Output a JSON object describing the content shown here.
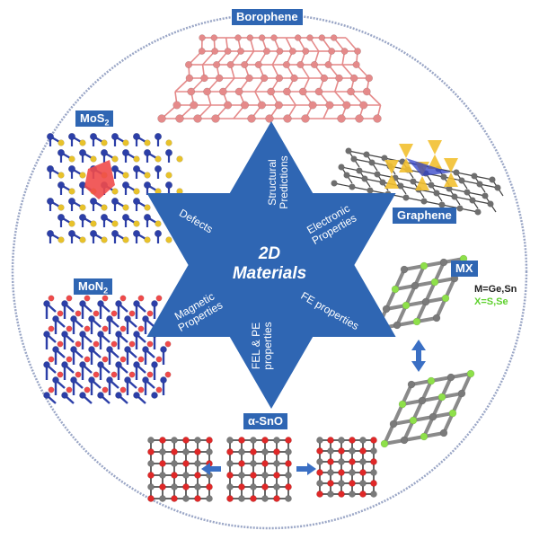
{
  "center": {
    "line1": "2D",
    "line2": "Materials"
  },
  "star_labels": {
    "structural_1": "Structural",
    "structural_2": "Predictions",
    "electronic_1": "Electronic",
    "electronic_2": "Properties",
    "fe": "FE properties",
    "fel_1": "FEL & PE",
    "fel_2": "properties",
    "magnetic_1": "Magnetic",
    "magnetic_2": "Properties",
    "defects": "Defects"
  },
  "materials": {
    "borophene": "Borophene",
    "graphene": "Graphene",
    "mos2_base": "MoS",
    "mos2_sub": "2",
    "mon2_base": "MoN",
    "mon2_sub": "2",
    "mx": "MX",
    "mx_formula_m": "M=Ge,Sn",
    "mx_formula_x": "X=S,Se",
    "sno": "α-SnO"
  },
  "colors": {
    "star": "#2f66b3",
    "label_bg": "#2f66b3",
    "circle": "#9aa6c6",
    "boron": "#e58a8a",
    "carbon": "#6e6e6e",
    "cone": "#f2c030",
    "mo": "#2c3fa8",
    "sulfur": "#e8c22a",
    "defect": "#f04a4a",
    "ge": "#7a7a7a",
    "s": "#8ee04a",
    "o": "#e02828",
    "arrow": "#3a6fc4"
  }
}
